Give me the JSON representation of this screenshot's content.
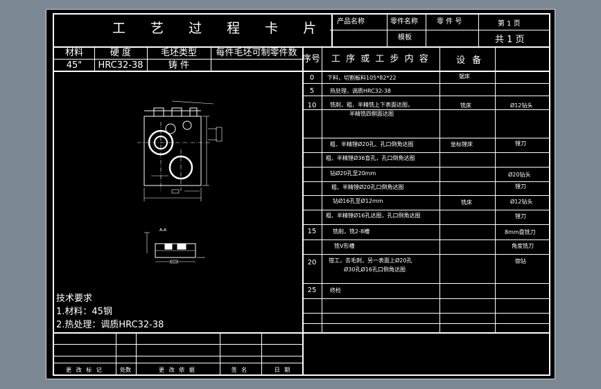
{
  "card": {
    "title": "工 艺 过 程 卡 片",
    "product_name_label": "产品名称",
    "part_name_label": "零件名称",
    "part_number_label": "零 件 号",
    "part_name_value": "模板",
    "sheet_label": "第 1 页",
    "total_label": "共 1 页"
  },
  "material_table": {
    "headers": [
      "材料",
      "硬 度",
      "毛坯类型",
      "每件毛坯可制零件数"
    ],
    "values": [
      "45\"",
      "HRC32-38",
      "铸 件",
      ""
    ]
  },
  "process_table": {
    "headers": [
      "序号",
      "工 序 或 工 步 内 容",
      "设 备"
    ],
    "rows": [
      {
        "no": "0",
        "content": "下料，切割板料105*82*22",
        "equip": "锯床",
        "tool": ""
      },
      {
        "no": "5",
        "content": "热处理，调质HRC32-38",
        "equip": "",
        "tool": ""
      },
      {
        "no": "10",
        "content": "铣削，粗、半精铣上下表面达图，",
        "content2": "半精铣四侧面达图",
        "equip": "铣床",
        "tool": "Ø12钻头"
      },
      {
        "no": "",
        "content": "粗、半精镗Ø20孔、孔口倒角达图",
        "equip": "坐标镗床",
        "tool": "镗刀"
      },
      {
        "no": "",
        "content": "粗、半精镗Ø36盲孔，孔口倒角达图",
        "equip": "",
        "tool": ""
      },
      {
        "no": "",
        "content": "钻Ø20孔至20mm",
        "equip": "",
        "tool": "Ø20钻头"
      },
      {
        "no": "",
        "content": "粗、半精镗Ø20孔口倒角达图",
        "equip": "",
        "tool": "镗刀"
      },
      {
        "no": "",
        "content": "钻Ø16孔至Ø12mm",
        "equip": "铣床",
        "tool": "Ø12钻头"
      },
      {
        "no": "",
        "content": "粗、半精镗Ø16孔达图，孔口倒角达图",
        "equip": "",
        "tool": "镗刀"
      },
      {
        "no": "15",
        "content": "铣削，铣2-8槽",
        "equip": "",
        "tool": "8mm盘铣刀"
      },
      {
        "no": "",
        "content": "铣V形槽",
        "equip": "",
        "tool": "角度铣刀"
      },
      {
        "no": "20",
        "content": "钳工，去毛刺，另一表面上Ø20孔",
        "content2": "Ø30孔Ø16孔口倒角达图",
        "equip": "",
        "tool": "锪钻"
      },
      {
        "no": "25",
        "content": "终检",
        "equip": "",
        "tool": ""
      }
    ]
  },
  "tech_requirements": {
    "title": "技术要求",
    "items": [
      "1.材料：45钢",
      "2.热处理：调质HRC32-38"
    ]
  },
  "footer": {
    "labels": [
      "更 改 标 记",
      "处数",
      "更 改 依 据",
      "签 名",
      "日 期"
    ]
  },
  "drawing": {
    "section_label": "A-A"
  }
}
